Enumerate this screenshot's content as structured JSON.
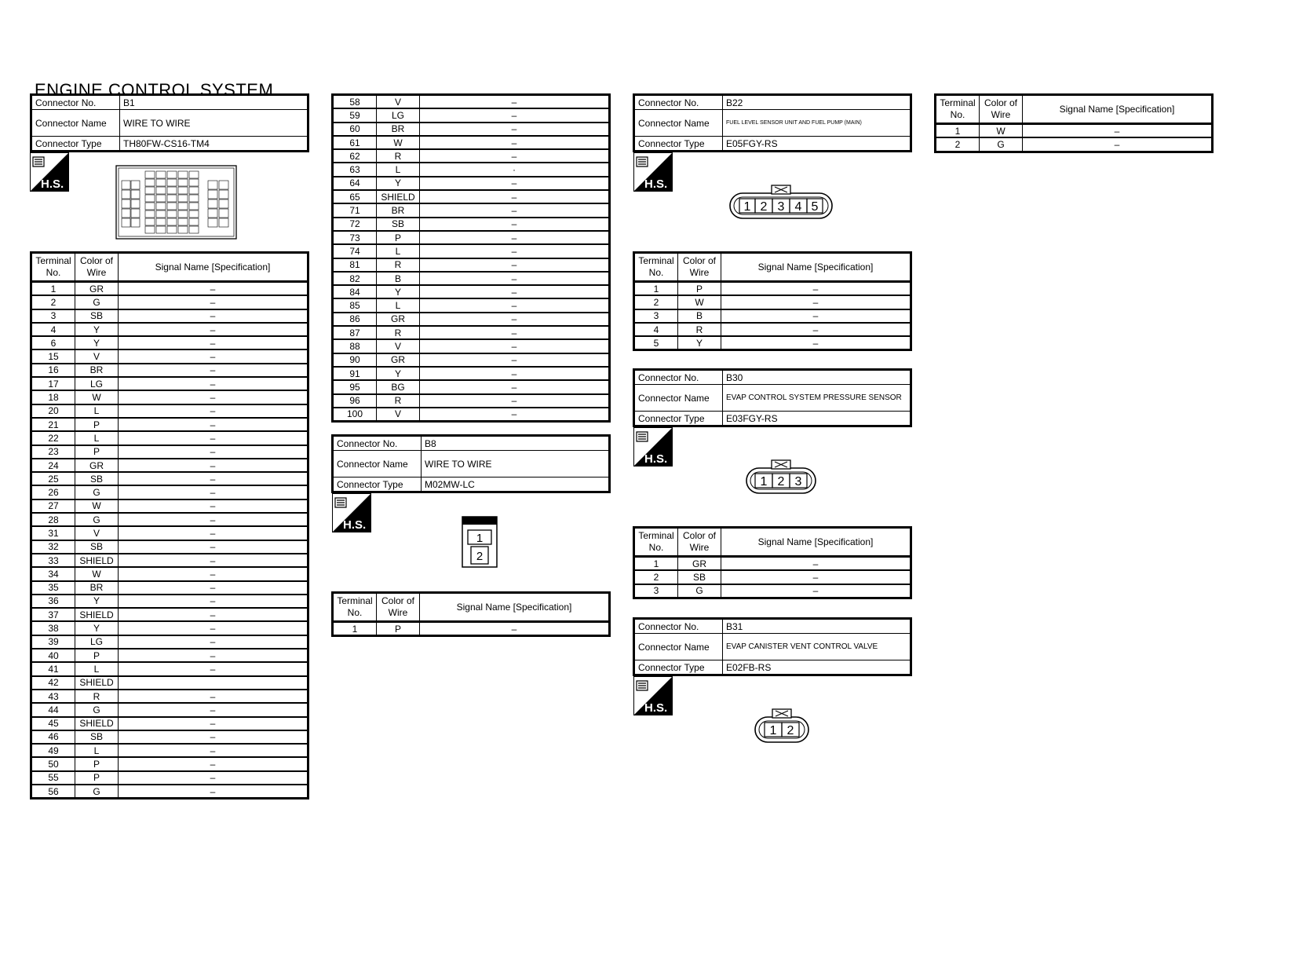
{
  "title": "ENGINE CONTROL SYSTEM",
  "labels": {
    "connector_no": "Connector No.",
    "connector_name": "Connector Name",
    "connector_type": "Connector Type",
    "terminal_no": "Terminal No.",
    "color_of_wire": "Color of Wire",
    "signal_name": "Signal Name [Specification]",
    "hs": "H.S."
  },
  "b1": {
    "no": "B1",
    "name": "WIRE TO WIRE",
    "type": "TH80FW-CS16-TM4",
    "rows": [
      [
        "1",
        "GR",
        "–"
      ],
      [
        "2",
        "G",
        "–"
      ],
      [
        "3",
        "SB",
        "–"
      ],
      [
        "4",
        "Y",
        "–"
      ],
      [
        "6",
        "Y",
        "–"
      ],
      [
        "15",
        "V",
        "–"
      ],
      [
        "16",
        "BR",
        "–"
      ],
      [
        "17",
        "LG",
        "–"
      ],
      [
        "18",
        "W",
        "–"
      ],
      [
        "20",
        "L",
        "–"
      ],
      [
        "21",
        "P",
        "–"
      ],
      [
        "22",
        "L",
        "–"
      ],
      [
        "23",
        "P",
        "–"
      ],
      [
        "24",
        "GR",
        "–"
      ],
      [
        "25",
        "SB",
        "–"
      ],
      [
        "26",
        "G",
        "–"
      ],
      [
        "27",
        "W",
        "–"
      ],
      [
        "28",
        "G",
        "–"
      ],
      [
        "31",
        "V",
        "–"
      ],
      [
        "32",
        "SB",
        "–"
      ],
      [
        "33",
        "SHIELD",
        "–"
      ],
      [
        "34",
        "W",
        "–"
      ],
      [
        "35",
        "BR",
        "–"
      ],
      [
        "36",
        "Y",
        "–"
      ],
      [
        "37",
        "SHIELD",
        "–"
      ],
      [
        "38",
        "Y",
        "–"
      ],
      [
        "39",
        "LG",
        "–"
      ],
      [
        "40",
        "P",
        "–"
      ],
      [
        "41",
        "L",
        "–"
      ],
      [
        "42",
        "SHIELD",
        ""
      ],
      [
        "43",
        "R",
        "–"
      ],
      [
        "44",
        "G",
        "–"
      ],
      [
        "45",
        "SHIELD",
        "–"
      ],
      [
        "46",
        "SB",
        "–"
      ],
      [
        "49",
        "L",
        "–"
      ],
      [
        "50",
        "P",
        "–"
      ],
      [
        "55",
        "P",
        "–"
      ],
      [
        "56",
        "G",
        "–"
      ]
    ],
    "rows_cont": [
      [
        "58",
        "V",
        "–"
      ],
      [
        "59",
        "LG",
        "–"
      ],
      [
        "60",
        "BR",
        "–"
      ],
      [
        "61",
        "W",
        "–"
      ],
      [
        "62",
        "R",
        "–"
      ],
      [
        "63",
        "L",
        "·"
      ],
      [
        "64",
        "Y",
        "–"
      ],
      [
        "65",
        "SHIELD",
        "–"
      ],
      [
        "71",
        "BR",
        "–"
      ],
      [
        "72",
        "SB",
        "–"
      ],
      [
        "73",
        "P",
        "–"
      ],
      [
        "74",
        "L",
        "–"
      ],
      [
        "81",
        "R",
        "–"
      ],
      [
        "82",
        "B",
        "–"
      ],
      [
        "84",
        "Y",
        "–"
      ],
      [
        "85",
        "L",
        "–"
      ],
      [
        "86",
        "GR",
        "–"
      ],
      [
        "87",
        "R",
        "–"
      ],
      [
        "88",
        "V",
        "–"
      ],
      [
        "90",
        "GR",
        "–"
      ],
      [
        "91",
        "Y",
        "–"
      ],
      [
        "95",
        "BG",
        "–"
      ],
      [
        "96",
        "R",
        "–"
      ],
      [
        "100",
        "V",
        "–"
      ]
    ]
  },
  "b8": {
    "no": "B8",
    "name": "WIRE TO WIRE",
    "type": "M02MW-LC",
    "pins": [
      "1",
      "2"
    ],
    "rows": [
      [
        "1",
        "P",
        "–"
      ]
    ]
  },
  "b22": {
    "no": "B22",
    "name": "FUEL LEVEL SENSOR UNIT AND FUEL PUMP (MAIN)",
    "type": "E05FGY-RS",
    "pins": [
      "1",
      "2",
      "3",
      "4",
      "5"
    ],
    "rows": [
      [
        "1",
        "P",
        "–"
      ],
      [
        "2",
        "W",
        "–"
      ],
      [
        "3",
        "B",
        "–"
      ],
      [
        "4",
        "R",
        "–"
      ],
      [
        "5",
        "Y",
        "–"
      ]
    ]
  },
  "b30": {
    "no": "B30",
    "name": "EVAP CONTROL SYSTEM PRESSURE SENSOR",
    "type": "E03FGY-RS",
    "pins": [
      "1",
      "2",
      "3"
    ],
    "rows": [
      [
        "1",
        "GR",
        "–"
      ],
      [
        "2",
        "SB",
        "–"
      ],
      [
        "3",
        "G",
        "–"
      ]
    ]
  },
  "b31": {
    "no": "B31",
    "name": "EVAP CANISTER VENT CONTROL VALVE",
    "type": "E02FB-RS",
    "pins": [
      "1",
      "2"
    ],
    "rows": [
      [
        "1",
        "W",
        "–"
      ],
      [
        "2",
        "G",
        "–"
      ]
    ]
  }
}
